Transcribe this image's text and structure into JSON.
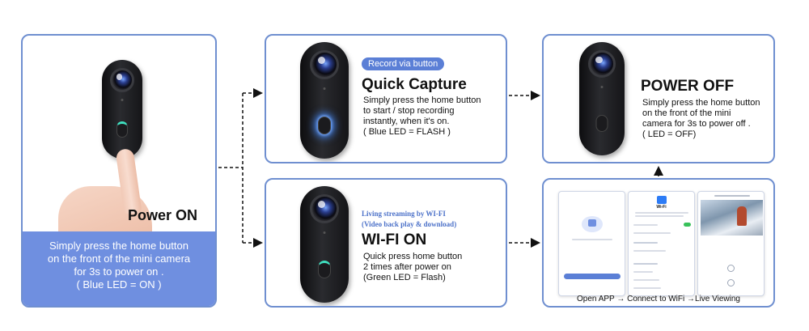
{
  "power_on": {
    "title": "Power ON",
    "lines": [
      "Simply press the home button",
      "on the front of the mini camera",
      "for 3s to power on .",
      "( Blue LED = ON )"
    ]
  },
  "quick_capture": {
    "badge": "Record via button",
    "title": "Quick Capture",
    "lines": [
      "Simply press the home button",
      "to start / stop recording",
      "instantly, when it's on.",
      "( Blue LED = FLASH )"
    ]
  },
  "wifi_on": {
    "note_1": "Living streaming by WI-FI",
    "note_2": "(Video back play & download)",
    "title": "WI-FI ON",
    "lines": [
      "Quick press home button",
      "2 times after power on",
      "(Green LED = Flash)"
    ]
  },
  "power_off": {
    "title": "POWER OFF",
    "lines": [
      "Simply press the home button",
      "on the front of the mini",
      "camera for 3s to power off .",
      "( LED = OFF)"
    ]
  },
  "app_flow": {
    "caption": "Open APP → Connect to WiFi →Live Viewing",
    "wifi_screen_title": "Wi-Fi"
  },
  "colors": {
    "card_border": "#6f8fd0",
    "panel_blue": "#6f8fe0",
    "badge_blue": "#5b7fd6",
    "note_blue": "#4d72c9"
  },
  "icons": [
    "camera-device",
    "hand-pointer",
    "arrow-right",
    "arrow-up",
    "wifi-icon"
  ]
}
